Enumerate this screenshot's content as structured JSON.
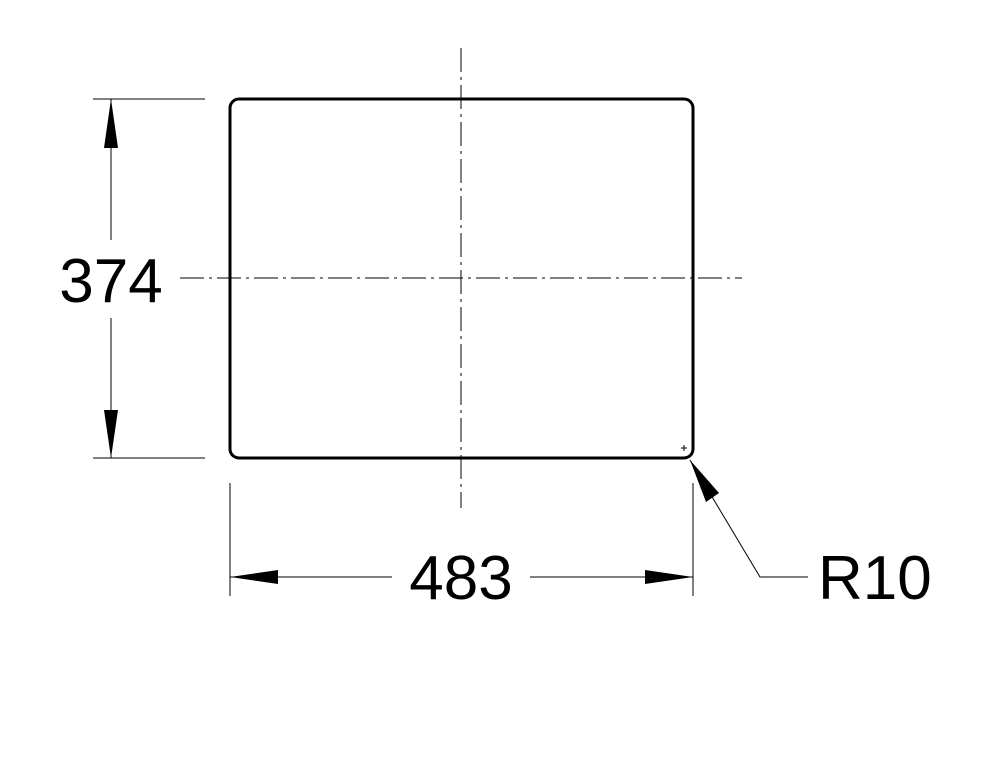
{
  "drawing": {
    "height_label": "374",
    "width_label": "483",
    "radius_label": "R10",
    "colors": {
      "line": "#000000",
      "background": "#ffffff"
    }
  }
}
